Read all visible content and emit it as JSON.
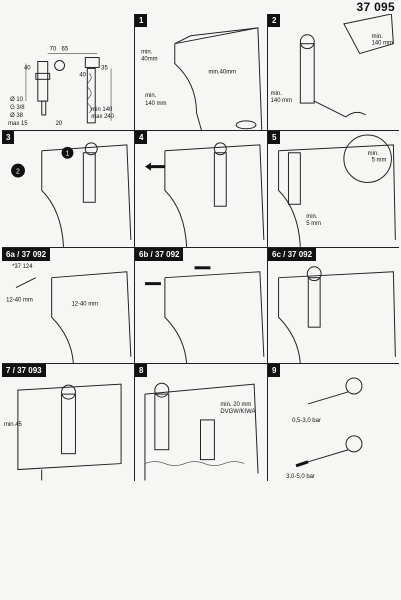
{
  "header": {
    "code": "37 095"
  },
  "panels": [
    {
      "id": "0",
      "badge": "",
      "labels": [
        "70",
        "65",
        "40",
        "35",
        "40",
        "Ø 10",
        "G 3/8",
        "Ø 38",
        "max 15",
        "min 140",
        "max 240",
        "20"
      ]
    },
    {
      "id": "1",
      "badge": "1",
      "labels": [
        "min.",
        "40mm",
        "min.40mm",
        "min.",
        "140 mm"
      ]
    },
    {
      "id": "2",
      "badge": "2",
      "labels": [
        "min.",
        "140 mm",
        "min.",
        "140 mm"
      ]
    },
    {
      "id": "3",
      "badge": "3",
      "labels": [
        "1",
        "2"
      ]
    },
    {
      "id": "4",
      "badge": "4",
      "labels": []
    },
    {
      "id": "5",
      "badge": "5",
      "labels": [
        "min.",
        "5 mm",
        "min.",
        "5 mm"
      ]
    },
    {
      "id": "6a",
      "badge": "6a / 37 092",
      "labels": [
        "*37 124",
        "12-40 mm",
        "12-40 mm"
      ]
    },
    {
      "id": "6b",
      "badge": "6b / 37 092",
      "labels": []
    },
    {
      "id": "6c",
      "badge": "6c / 37 092",
      "labels": []
    },
    {
      "id": "7",
      "badge": "7 / 37 093",
      "labels": [
        "min.45"
      ]
    },
    {
      "id": "8",
      "badge": "8",
      "labels": [
        "min. 20 mm",
        "DVGW/KIWA"
      ]
    },
    {
      "id": "9",
      "badge": "9",
      "labels": [
        "0,5-3,0 bar",
        "3,0-5,0 bar"
      ]
    }
  ]
}
